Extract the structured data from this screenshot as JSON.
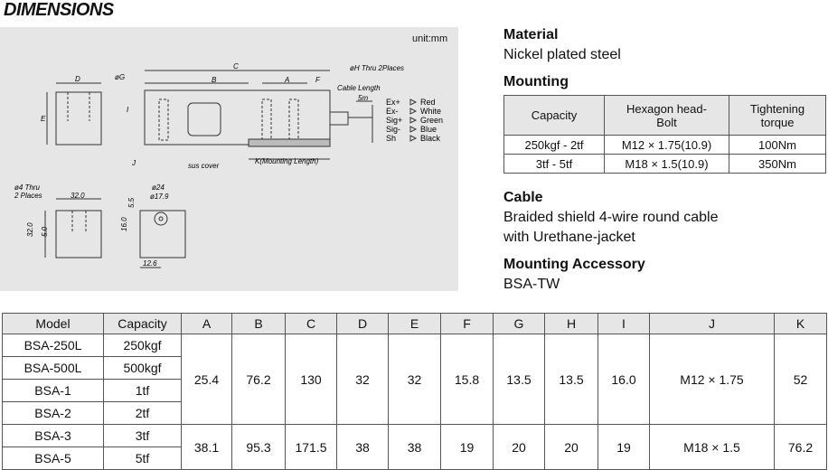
{
  "title": "DIMENSIONS",
  "drawing": {
    "unit": "unit:mm",
    "labels": {
      "D": "D",
      "E": "E",
      "phiG": "øG",
      "C": "C",
      "B": "B",
      "A": "A",
      "F": "F",
      "I": "I",
      "J": "J",
      "phiH": "øH Thru 2Places",
      "cable_length": "Cable Length",
      "five_m": "5m",
      "sus_cover": "sus cover",
      "K": "K(Mounting Length)",
      "thru4": "ø4 Thru",
      "places2": "2 Places",
      "d32": "32.0",
      "d32v": "32.0",
      "d50": "5.0",
      "d55": "5.5",
      "d160": "16.0",
      "d24": "ø24",
      "d179": "ø17.9",
      "d126": "12.6"
    },
    "wires": [
      {
        "signal": "Ex+",
        "color": "Red"
      },
      {
        "signal": "Ex-",
        "color": "White"
      },
      {
        "signal": "Sig+",
        "color": "Green"
      },
      {
        "signal": "Sig-",
        "color": "Blue"
      },
      {
        "signal": "Sh",
        "color": "Black"
      }
    ]
  },
  "specs": {
    "material_heading": "Material",
    "material": "Nickel plated steel",
    "mounting_heading": "Mounting",
    "mounting_table": {
      "headers": [
        "Capacity",
        "Hexagon head-Bolt",
        "Tightening torque"
      ],
      "rows": [
        [
          "250kgf - 2tf",
          "M12 × 1.75(10.9)",
          "100Nm"
        ],
        [
          "3tf - 5tf",
          "M18 × 1.5(10.9)",
          "350Nm"
        ]
      ]
    },
    "cable_heading": "Cable",
    "cable_line1": "Braided shield 4-wire round cable",
    "cable_line2": "with Urethane-jacket",
    "accessory_heading": "Mounting Accessory",
    "accessory": "BSA-TW"
  },
  "table": {
    "headers": [
      "Model",
      "Capacity",
      "A",
      "B",
      "C",
      "D",
      "E",
      "F",
      "G",
      "H",
      "I",
      "J",
      "K"
    ],
    "models": [
      {
        "model": "BSA-250L",
        "capacity": "250kgf"
      },
      {
        "model": "BSA-500L",
        "capacity": "500kgf"
      },
      {
        "model": "BSA-1",
        "capacity": "1tf"
      },
      {
        "model": "BSA-2",
        "capacity": "2tf"
      },
      {
        "model": "BSA-3",
        "capacity": "3tf"
      },
      {
        "model": "BSA-5",
        "capacity": "5tf"
      }
    ],
    "groups": [
      [
        "25.4",
        "76.2",
        "130",
        "32",
        "32",
        "15.8",
        "13.5",
        "13.5",
        "16.0",
        "M12 × 1.75",
        "52"
      ],
      [
        "38.1",
        "95.3",
        "171.5",
        "38",
        "38",
        "19",
        "20",
        "20",
        "19",
        "M18 × 1.5",
        "76.2"
      ]
    ]
  }
}
